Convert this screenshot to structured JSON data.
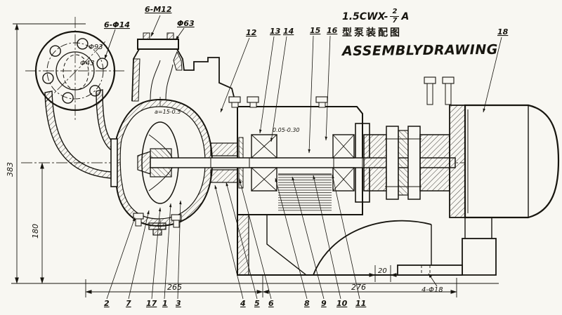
{
  "titles": {
    "model_prefix": "1.5CWX-",
    "model_frac_num": "2",
    "model_frac_den": "7",
    "model_suffix": "A",
    "chinese": "型泵装配图",
    "english": "ASSEMBLYDRAWING"
  },
  "dims": {
    "d_6m12": "6-M12",
    "d_63": "Φ63",
    "d_flange_holes": "6-Φ14",
    "d_93": "Φ93",
    "d_43": "Φ43",
    "d_383": "383",
    "d_180": "180",
    "d_265": "265",
    "d_276": "276",
    "d_20": "20",
    "d_418": "4-Φ18",
    "note_a": "a=15-0.5",
    "note_tol": "0.05-0.30"
  },
  "part_labels": {
    "top": [
      "12",
      "13",
      "14",
      "15",
      "16"
    ],
    "right": [
      "18"
    ],
    "bottom": [
      "2",
      "7",
      "17",
      "1",
      "3",
      "4",
      "5",
      "6",
      "8",
      "9",
      "10",
      "11"
    ]
  },
  "colors": {
    "ink": "#17150f",
    "paper": "#f8f7f2"
  }
}
